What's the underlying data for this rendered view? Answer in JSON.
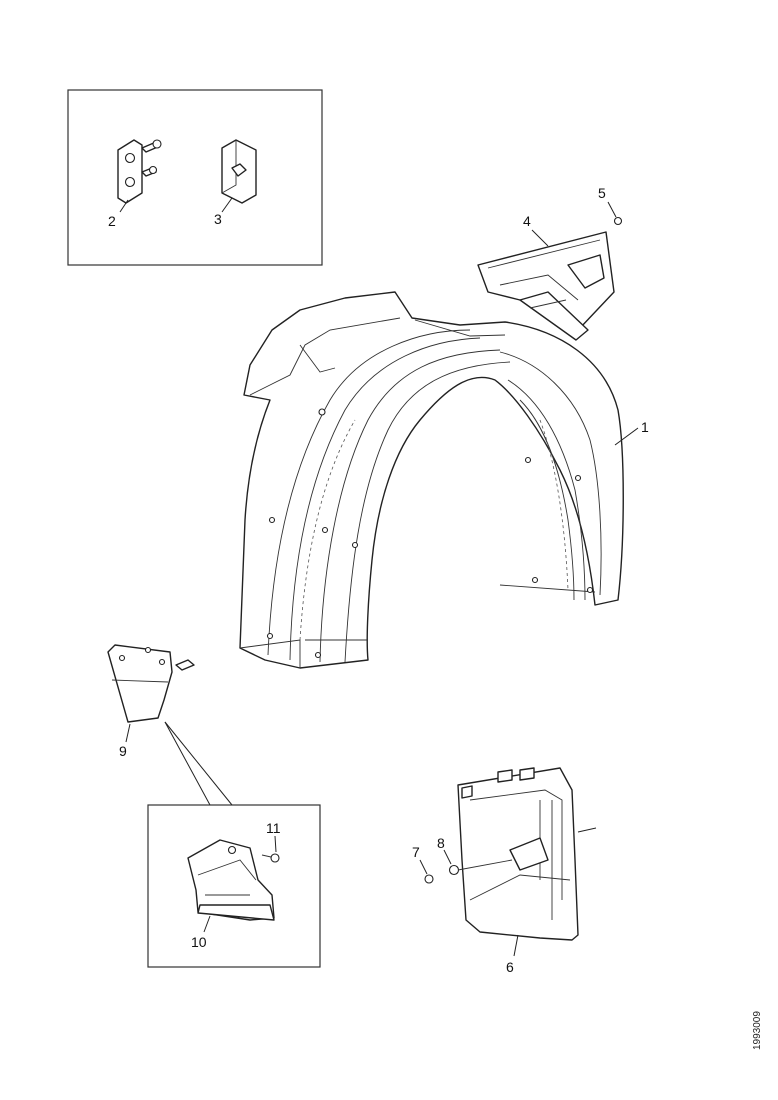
{
  "callouts": {
    "c1": "1",
    "c2": "2",
    "c3": "3",
    "c4": "4",
    "c5": "5",
    "c6": "6",
    "c7": "7",
    "c8": "8",
    "c9": "9",
    "c10": "10",
    "c11": "11"
  },
  "reference_code": "1993009"
}
